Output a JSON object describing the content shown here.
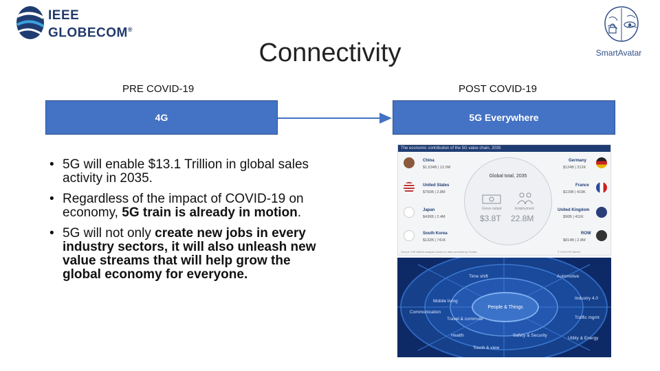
{
  "logos": {
    "ieee_line1": "IEEE",
    "ieee_line2": "GLOBECOM",
    "ieee_reg": "®",
    "smartavatar": "SmartAvatar"
  },
  "title": "Connectivity",
  "pre_label": "PRE COVID-19",
  "post_label": "POST COVID-19",
  "box_pre": "4G",
  "box_post": "5G Everywhere",
  "bullets": {
    "b1": "5G will enable $13.1 Trillion in global sales activity in 2035.",
    "b2_pre": "Regardless of the impact of COVID-19 on economy, ",
    "b2_bold": "5G train is already in motion",
    "b2_post": ".",
    "b3_pre": "5G will not only ",
    "b3_bold": "create new jobs in every industry sectors, it will also unleash new value streams that will help grow the global economy for everyone."
  },
  "infographic1": {
    "header": "The economic contribution of the 5G value chain, 2035",
    "global_total": "Global total, 2035",
    "gross_output_label": "Gross output",
    "gross_output": "$3.8T",
    "employment_label": "Employment",
    "employment": "22.8M",
    "countries": [
      {
        "name": "China",
        "v1": "$1,634B",
        "v2": "12.0M"
      },
      {
        "name": "United States",
        "v1": "$750B",
        "v2": "2.8M"
      },
      {
        "name": "Japan",
        "v1": "$436B",
        "v2": "2.4M"
      },
      {
        "name": "South Korea",
        "v1": "$132B",
        "v2": "741K"
      },
      {
        "name": "Germany",
        "v1": "$124B",
        "v2": "312K"
      },
      {
        "name": "France",
        "v1": "$115B",
        "v2": "419K"
      },
      {
        "name": "United Kingdom",
        "v1": "$90B",
        "v2": "411K"
      },
      {
        "name": "ROW",
        "v1": "$814B",
        "v2": "2.8M"
      }
    ],
    "footer_left": "Source: IHS Markit analysis based on data provided by Omdia",
    "footer_right": "© 2020 IHS Markit"
  },
  "infographic2": {
    "center": "People & Things",
    "labels": [
      "Time shift",
      "Automotive",
      "Communication",
      "Industry 4.0",
      "Mobile living",
      "Travel & commute",
      "Traffic mgmt",
      "Health",
      "Safety & Security",
      "Utility & Energy",
      "Touch & view"
    ]
  },
  "colors": {
    "box_fill": "#4472c4",
    "title_text": "#222222"
  }
}
